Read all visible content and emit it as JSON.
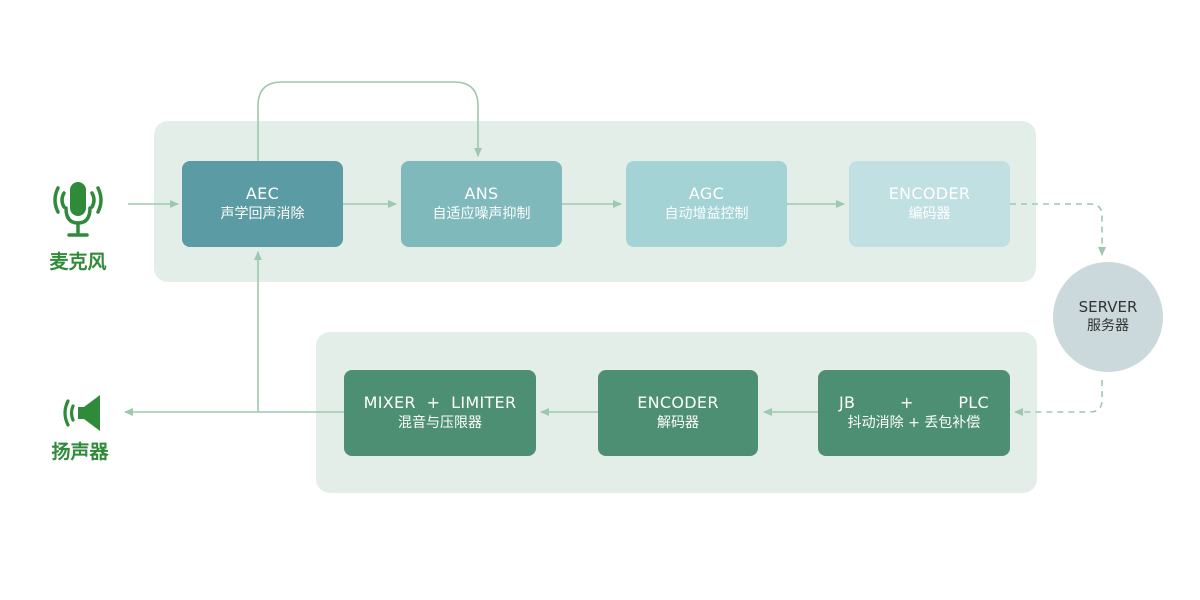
{
  "colors": {
    "panel_bg": "#e4eee9",
    "aec": "#5b9ba4",
    "ans": "#7fb9bb",
    "agc": "#a3d3d5",
    "encoder_up": "#c1e0e2",
    "down_blocks": "#4c8f72",
    "server": "#cbd9dc",
    "arrow": "#9cc8ae",
    "device_green": "#2f8a3a"
  },
  "devices": {
    "microphone": {
      "label": "麦克风",
      "icon": "microphone-icon"
    },
    "speaker": {
      "label": "扬声器",
      "icon": "speaker-icon"
    }
  },
  "uplink": {
    "aec": {
      "title": "AEC",
      "subtitle": "声学回声消除"
    },
    "ans": {
      "title": "ANS",
      "subtitle": "自适应噪声抑制"
    },
    "agc": {
      "title": "AGC",
      "subtitle": "自动增益控制"
    },
    "encoder": {
      "title": "ENCODER",
      "subtitle": "编码器"
    }
  },
  "server": {
    "title": "SERVER",
    "subtitle": "服务器"
  },
  "downlink": {
    "mixer": {
      "title": "MIXER  +  LIMITER",
      "subtitle": "混音与压限器"
    },
    "decoder": {
      "title": "ENCODER",
      "subtitle": "解码器"
    },
    "jb": {
      "title_left": "JB",
      "title_mid": "+",
      "title_right": "PLC",
      "subtitle": "抖动消除 + 丢包补偿"
    }
  }
}
